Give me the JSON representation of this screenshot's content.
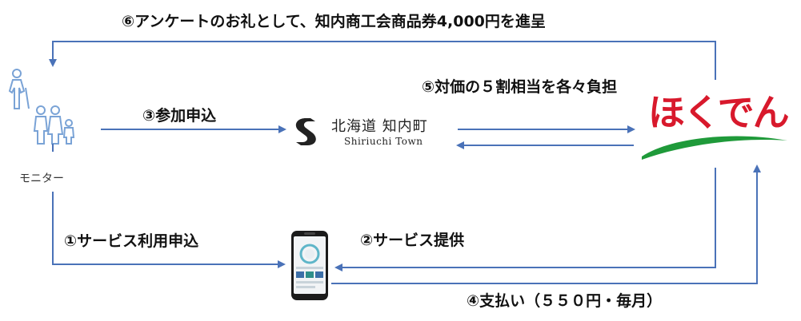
{
  "labels": {
    "top_thanks": "⑥アンケートのお礼として、知内商工会商品券4,000円を進呈",
    "step3": "③参加申込",
    "step5": "⑤対価の５割相当を各々負担",
    "step1": "①サービス利用申込",
    "step2": "②サービス提供",
    "step4": "④支払い（５５０円・毎月）"
  },
  "actors": {
    "monitor": "モニター",
    "town": {
      "name_jp": "北海道 知内町",
      "name_en": "Shiriuchi Town"
    },
    "company": {
      "logo_text": "ほくでん",
      "logo_color": "#d8192c",
      "swoosh_color": "#1f9a3a"
    }
  },
  "colors": {
    "arrow": "#4a72b8",
    "people": "#7aa3d6"
  }
}
